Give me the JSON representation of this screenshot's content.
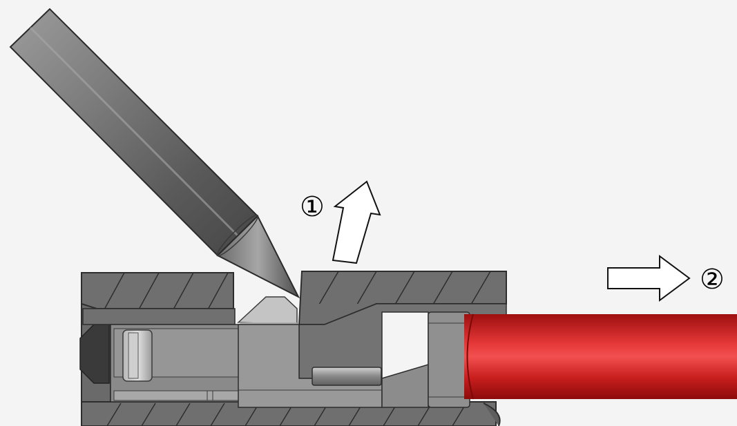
{
  "diagram": {
    "steps": [
      {
        "label": "①",
        "action": "lift-lance"
      },
      {
        "label": "②",
        "action": "pull-wire"
      }
    ],
    "colors": {
      "background": "#f4f4f4",
      "housing": "#6f6f6f",
      "housing_edge": "#3a3a3a",
      "terminal": "#9a9a9a",
      "terminal_light": "#c4c4c4",
      "tool_dark": "#4a4a4a",
      "tool_light": "#9a9a9a",
      "wire_dark": "#b01515",
      "wire_light": "#ef4444",
      "arrow_fill": "#ffffff",
      "arrow_stroke": "#111111"
    },
    "icons": [
      "tool-pin-icon",
      "arrow-up-right-icon",
      "arrow-right-icon"
    ]
  }
}
